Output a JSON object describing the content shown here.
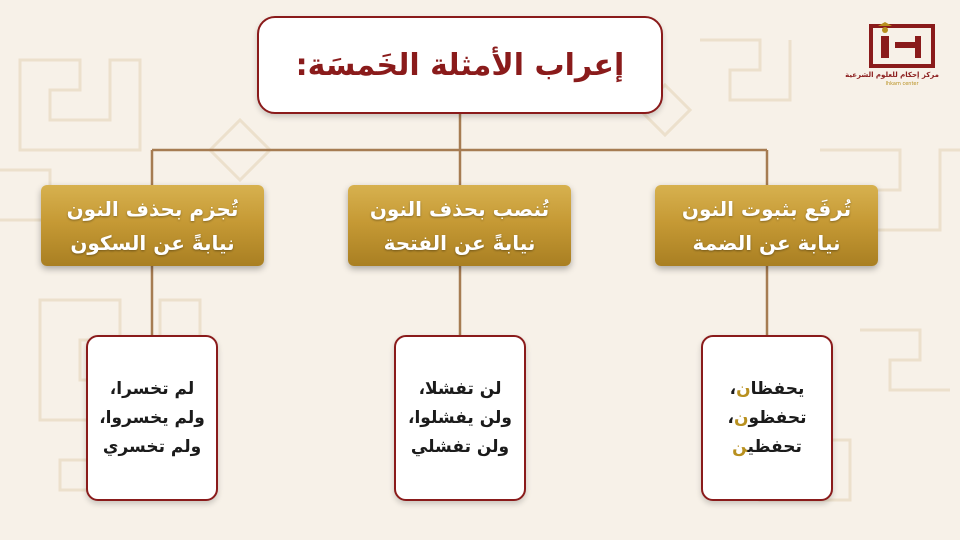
{
  "title": "إعراب الأمثلة الخَمسَة:",
  "categories": [
    {
      "line1": "تُرفَع بثبوت النون",
      "line2": "نيابة عن الضمة",
      "examples": [
        {
          "stem": "يحفظا",
          "suffix": "ن",
          "sep": "،"
        },
        {
          "stem": "تحفظو",
          "suffix": "ن",
          "sep": "،"
        },
        {
          "stem": "تحفظي",
          "suffix": "ن",
          "sep": ""
        }
      ]
    },
    {
      "line1": "تُنصب بحذف النون",
      "line2": "نيابةً عن الفتحة",
      "examples": [
        {
          "text": "لن تفشلا،"
        },
        {
          "text": "ولن يفشلوا،"
        },
        {
          "text": "ولن تفشلي"
        }
      ]
    },
    {
      "line1": "تُجزم بحذف النون",
      "line2": "نيابةً عن السكون",
      "examples": [
        {
          "text": "لم تخسرا،"
        },
        {
          "text": "ولم يخسروا،"
        },
        {
          "text": "ولم تخسري"
        }
      ]
    }
  ],
  "logo": {
    "name": "إحكام",
    "subtitle_ar": "مركز إحكام للعلوم الشرعية",
    "subtitle_en": "Ihkam center"
  },
  "colors": {
    "maroon": "#8a1b1b",
    "gold": "#c69a35",
    "highlight": "#b8901f",
    "connector": "#a67c52",
    "background": "#f7f1e8"
  }
}
